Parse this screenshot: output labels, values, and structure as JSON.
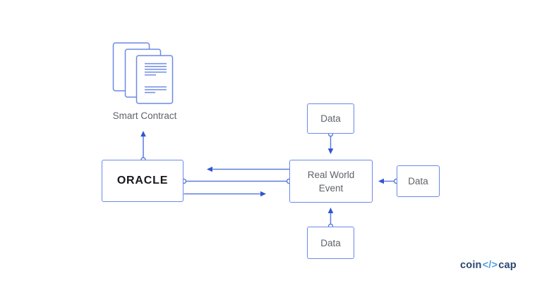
{
  "diagram": {
    "nodes": {
      "smart_contract": {
        "label": "Smart Contract",
        "icon": "document-stack-icon"
      },
      "oracle": {
        "label": "ORACLE"
      },
      "real_world_event": {
        "label": "Real World Event"
      },
      "data_top": {
        "label": "Data"
      },
      "data_right": {
        "label": "Data"
      },
      "data_bottom": {
        "label": "Data"
      }
    },
    "edges": [
      {
        "from": "oracle",
        "to": "smart_contract",
        "style": "arrow-up"
      },
      {
        "from": "real_world_event",
        "to": "oracle",
        "style": "arrow-left"
      },
      {
        "from": "oracle",
        "to": "real_world_event",
        "style": "plain-line-with-dots"
      },
      {
        "from": "oracle",
        "to": "real_world_event",
        "style": "arrow-right"
      },
      {
        "from": "data_top",
        "to": "real_world_event",
        "style": "arrow-down"
      },
      {
        "from": "data_right",
        "to": "real_world_event",
        "style": "arrow-left"
      },
      {
        "from": "data_bottom",
        "to": "real_world_event",
        "style": "arrow-up"
      }
    ],
    "colors": {
      "background": "#ffffff",
      "box_border": "#6c89e8",
      "connector_line": "#5b7be0",
      "arrowhead": "#2f55d6",
      "label_gray": "#5f6368",
      "oracle_text": "#17181d"
    }
  },
  "logo": {
    "coin": "coin",
    "symbol": "</>",
    "cap": "cap",
    "navy": "#2b4670",
    "light_blue": "#4fa0df"
  }
}
